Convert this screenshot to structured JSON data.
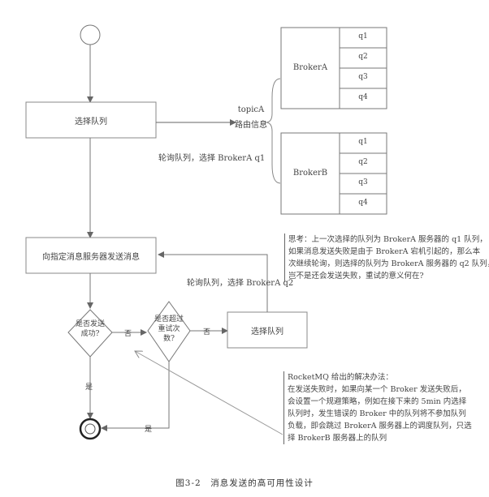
{
  "nodes": {
    "select_queue": "选择队列",
    "send_message": "向指定消息服务器发送消息",
    "send_success_decision": "是否发送成功?",
    "retry_exceeded_decision": "是否超过重试次数?",
    "select_queue_retry": "选择队列"
  },
  "edges": {
    "poll_q1": "轮询队列，选择 BrokerA q1",
    "poll_q2": "轮询队列，选择 BrokerA q2",
    "no_1": "否",
    "no_2": "否",
    "yes_down": "是",
    "yes_end": "是"
  },
  "routing": {
    "topic": "topicA",
    "label": "路由信息",
    "brokers": [
      {
        "name": "BrokerA",
        "queues": [
          "q1",
          "q2",
          "q3",
          "q4"
        ]
      },
      {
        "name": "BrokerB",
        "queues": [
          "q1",
          "q2",
          "q3",
          "q4"
        ]
      }
    ]
  },
  "notes": {
    "thinking": [
      "思考：上一次选择的队列为 BrokerA 服务器的 q1 队列，",
      "如果消息发送失败是由于 BrokerA 宕机引起的，那么本",
      "次继续轮询，则选择的队列为 BrokerA 服务器的 q2 队列，",
      "岂不是还会发送失败，重试的意义何在?"
    ],
    "solution": [
      "RocketMQ 给出的解决办法：",
      "在发送失败时，如果向某一个 Broker 发送失败后，",
      "会设置一个规避策略，例如在接下来的 5min 内选择",
      "队列时，发生错误的 Broker 中的队列将不参加队列",
      "负载，即会跳过 BrokerA 服务器上的调度队列，只选",
      "择 BrokerB 服务器上的队列"
    ]
  },
  "caption": "图3-2　消息发送的高可用性设计"
}
